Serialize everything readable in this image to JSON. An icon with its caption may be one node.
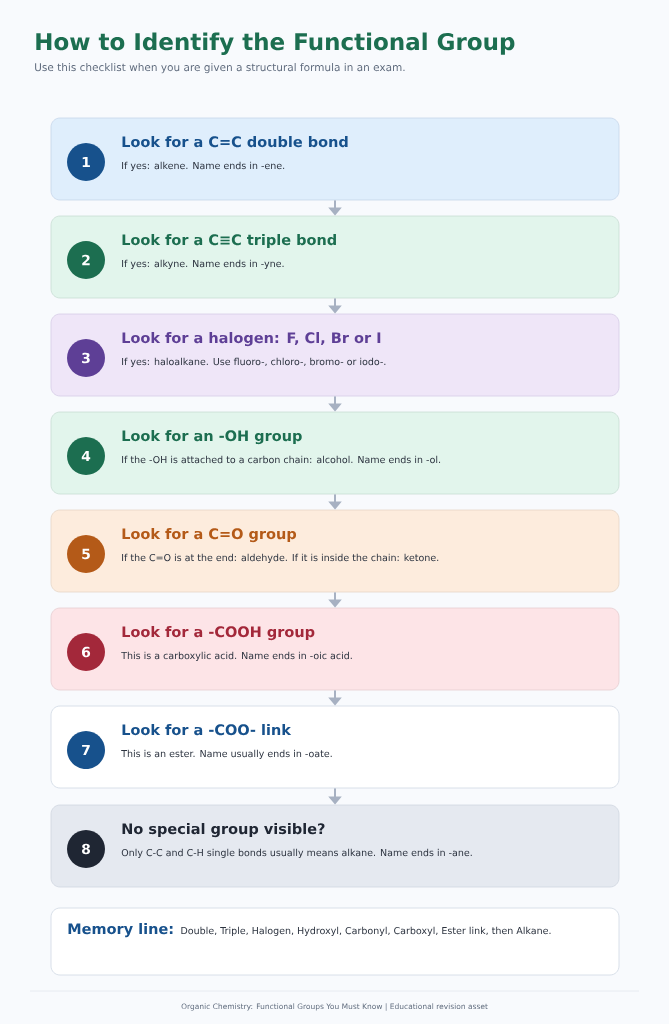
{
  "diagram": {
    "title": "How to Identify the Functional Group",
    "caption": "Organic Chemistry: Functional Groups You Must Know | Educational revision asset",
    "labels": [
      "Use this checklist when you are given a structural formula in an exam."
    ],
    "nodes": [
      {
        "text": [
          "Look for a C=C double bond",
          "If yes: alkene. Name ends in -ene."
        ]
      },
      {
        "text": [
          "1"
        ],
        "in": 0
      },
      {
        "text": [
          "Look for a C≡C triple bond",
          "If yes: alkyne. Name ends in -yne."
        ]
      },
      {
        "text": [
          "2"
        ],
        "in": 2
      },
      {
        "text": [
          "Look for a halogen: F, Cl, Br or I",
          "If yes: haloalkane. Use fluoro-, chloro-, bromo- or iodo-."
        ]
      },
      {
        "text": [
          "3"
        ],
        "in": 4
      },
      {
        "text": [
          "Look for an -OH group",
          "If the -OH is attached to a carbon chain: alcohol. Name ends in -ol."
        ]
      },
      {
        "text": [
          "4"
        ],
        "in": 6
      },
      {
        "text": [
          "Look for a C=O group",
          "If the C=O is at the end: aldehyde. If it is inside the chain: ketone."
        ]
      },
      {
        "text": [
          "5"
        ],
        "in": 8
      },
      {
        "text": [
          "Look for a -COOH group",
          "This is a carboxylic acid. Name ends in -oic acid."
        ]
      },
      {
        "text": [
          "6"
        ],
        "in": 10
      },
      {
        "text": [
          "Look for a -COO- link",
          "This is an ester. Name usually ends in -oate."
        ]
      },
      {
        "text": [
          "7"
        ],
        "in": 12
      },
      {
        "text": [
          "No special group visible?",
          "Only C-C and C-H single bonds usually means alkane. Name ends in -ane."
        ]
      },
      {
        "text": [
          "8"
        ],
        "in": 14
      },
      {
        "text": [
          "Memory line:",
          "Double, Triple, Halogen, Hydroxyl, Carbonyl, Carboxyl, Ester link, then Alkane."
        ]
      }
    ],
    "edges": [
      {
        "from": 0,
        "to": 2,
        "arrow": "to"
      },
      {
        "from": 2,
        "to": 4,
        "arrow": "to"
      },
      {
        "from": 4,
        "to": 6,
        "arrow": "to"
      },
      {
        "from": 6,
        "to": 8,
        "arrow": "to"
      },
      {
        "from": 8,
        "to": 10,
        "arrow": "to"
      },
      {
        "from": 10,
        "to": 12,
        "arrow": "to"
      },
      {
        "from": 12,
        "to": 14,
        "arrow": "to"
      }
    ]
  }
}
